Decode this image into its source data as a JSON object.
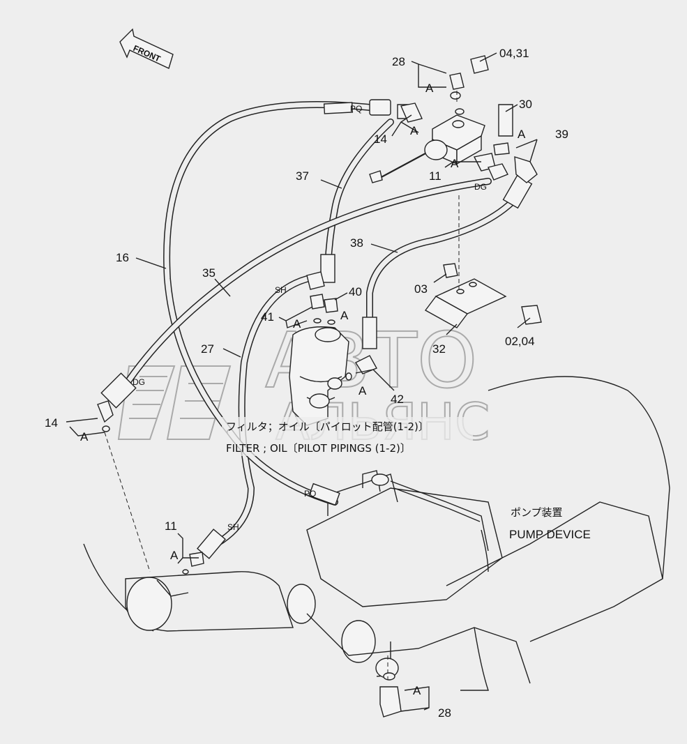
{
  "direction_arrow": {
    "text": "FRONT"
  },
  "watermark": {
    "line1": "АВТО",
    "line2": "АЛЬЯНС"
  },
  "captions": {
    "filter_jp": "フィルタ；オイル〔パイロット配管(1-2)〕",
    "filter_en": "FILTER ; OIL〔PILOT PIPINGS (1-2)〕",
    "pump_jp": "ポンプ装置",
    "pump_en": "PUMP DEVICE"
  },
  "hose_tags": {
    "pq_top": "PQ",
    "dg_top": "DG",
    "sh_mid": "SH",
    "dg_left": "DG",
    "pq_bottom": "PQ",
    "sh_bottom": "SH"
  },
  "callouts": {
    "c28_top": "28",
    "c04_31": "04,31",
    "c30": "30",
    "c14_top": "14",
    "c39": "39",
    "c11_top": "11",
    "c37": "37",
    "c16": "16",
    "c35": "35",
    "c38": "38",
    "c40": "40",
    "c03": "03",
    "c41": "41",
    "c27": "27",
    "c02_04": "02,04",
    "c32": "32",
    "c42": "42",
    "c14_left": "14",
    "c11_bottom": "11",
    "c28_bottom": "28"
  },
  "subassembly_marks": {
    "a1": "A",
    "a2": "A",
    "a3": "A",
    "a4": "A",
    "a5": "A",
    "a6": "A",
    "a7": "A",
    "a8": "A",
    "a9": "A",
    "a10": "A"
  }
}
